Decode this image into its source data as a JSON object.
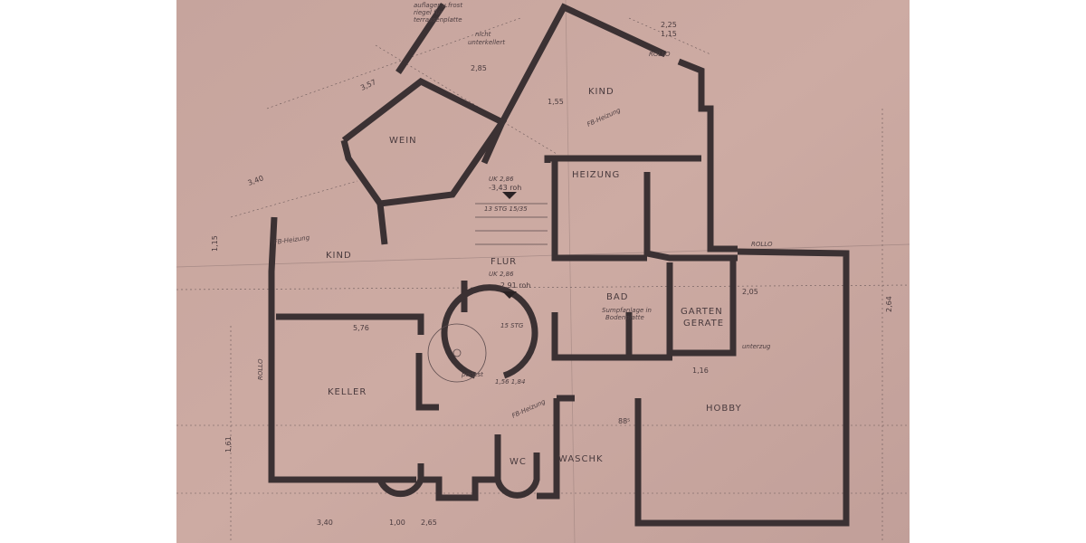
{
  "colors": {
    "paper": "#c8a69e",
    "ink": "#3b3133"
  },
  "rooms": {
    "wein": "WEIN",
    "kind_top": "KIND",
    "kind_left": "KIND",
    "heizung": "HEIZUNG",
    "flur": "FLUR",
    "bad": "BAD",
    "garten1": "GARTEN",
    "garten2": "GERATE",
    "keller": "KELLER",
    "wc": "WC",
    "waschk": "WASCHK",
    "hobby": "HOBBY"
  },
  "notes": {
    "frost1": "auflager u.frost",
    "frost2": "riegel für",
    "frost3": "terrassenplatte",
    "nicht1": "nicht",
    "nicht2": "unterkellert",
    "rollo_top": "ROLLO",
    "rollo_right": "ROLLO",
    "rollo_left": "ROLLO",
    "uk1": "UK 2,86",
    "roh1": "-3,43 roh",
    "stg1": "13 STG 15/35",
    "uk2": "UK 2,86",
    "roh2": "-2,91 roh",
    "stg2": "15 STG",
    "podest": "podest",
    "podest_dim": "1,56 1,84",
    "sumpf1": "Sumpfanlage in",
    "sumpf2": "Bodenplatte",
    "unterzug": "unterzug",
    "fb_heizung": "FB-Heizung"
  },
  "dimensions": [
    "3,57",
    "2,85",
    "1,55",
    "2,25",
    "1,15",
    "3,40",
    "1,15",
    "5,76",
    "3,40",
    "1,00",
    "2,65",
    "2,64",
    "2,05",
    "88⁵",
    "1,16",
    "1,61"
  ]
}
